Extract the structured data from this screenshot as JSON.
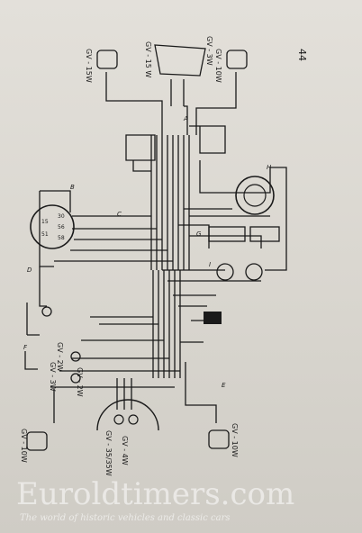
{
  "page": {
    "number": "44"
  },
  "lamps": {
    "top_left": "GV - 15W",
    "top_center_a": "GV - 15 W",
    "top_center_b": "GV - 3W",
    "top_right": "GV - 10W",
    "left_mid": "GV - 2W",
    "left_low_a": "GV - 3W",
    "left_low_b": "GV - 2W",
    "bottom_left": "GV - 10W",
    "bottom_center_a": "GV - 35/35W",
    "bottom_center_b": "GV - 4W",
    "bottom_right": "GV - 10W"
  },
  "wire_letters": {
    "A": "A",
    "B": "B",
    "C": "C",
    "D": "D",
    "E": "E",
    "F": "F",
    "G": "G",
    "H": "H",
    "I": "I"
  },
  "switch_terminals": [
    "30",
    "56",
    "58",
    "15",
    "51"
  ],
  "watermark": {
    "title": "Euroldtimers.com",
    "subtitle": "The world of historic vehicles and classic cars"
  },
  "colors": {
    "ink": "#1a1a1a",
    "paper": "#dedbd4",
    "watermark": "#ffffff"
  }
}
